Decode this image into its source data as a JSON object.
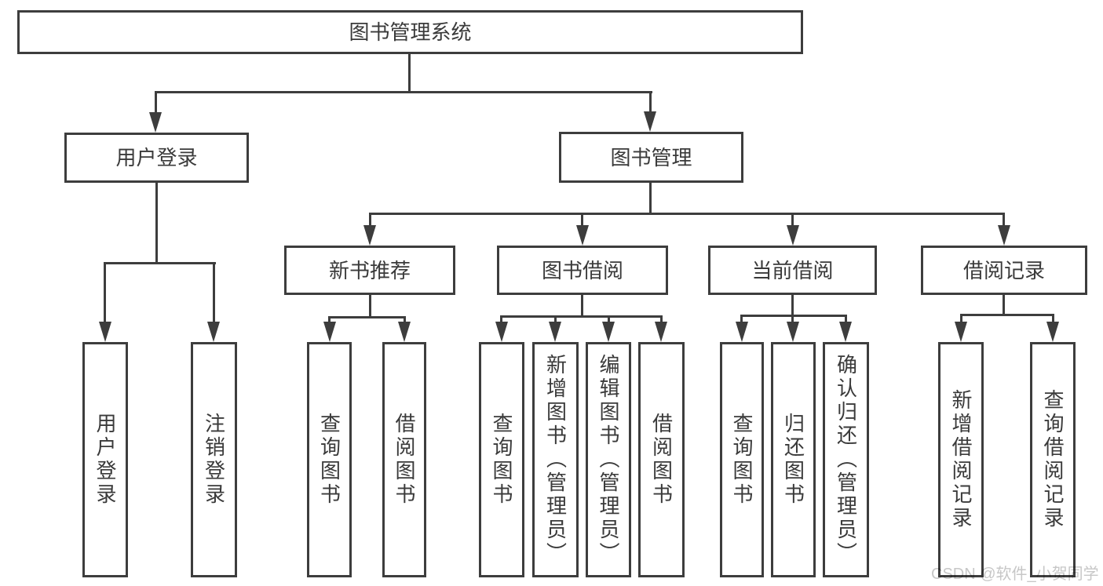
{
  "root": "图书管理系统",
  "user_branch": {
    "label": "用户登录",
    "leaves": [
      "用户登录",
      "注销登录"
    ]
  },
  "mgmt_branch": {
    "label": "图书管理",
    "groups": [
      {
        "label": "新书推荐",
        "leaves": [
          "查询图书",
          "借阅图书"
        ]
      },
      {
        "label": "图书借阅",
        "leaves": [
          "查询图书",
          "新增图书（管理员）",
          "编辑图书（管理员）",
          "借阅图书"
        ]
      },
      {
        "label": "当前借阅",
        "leaves": [
          "查询图书",
          "归还图书",
          "确认归还（管理员）"
        ]
      },
      {
        "label": "借阅记录",
        "leaves": [
          "新增借阅记录",
          "查询借阅记录"
        ]
      }
    ]
  },
  "watermark": "CSDN @软件_小贺同学",
  "colors": {
    "line": "#3d3d3d",
    "text": "#3a3a3a",
    "background": "#ffffff",
    "watermark": "#c7c7c7"
  }
}
